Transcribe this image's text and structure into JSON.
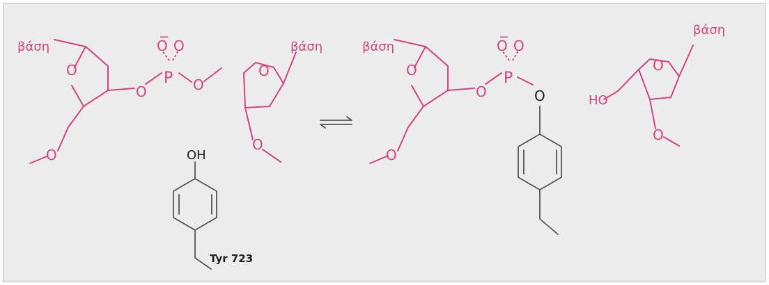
{
  "labels": {
    "base": "βάση",
    "oxygen": "O",
    "phosphorus": "P",
    "charge": "−",
    "hydroxyl": "OH",
    "hydroxyl_left": "HO",
    "tyrosine": "Tyr 723"
  },
  "colors": {
    "nucleotide": "#d6447f",
    "tyrosine": "#555555",
    "background": "#ececec"
  },
  "arrow": "equilibrium"
}
